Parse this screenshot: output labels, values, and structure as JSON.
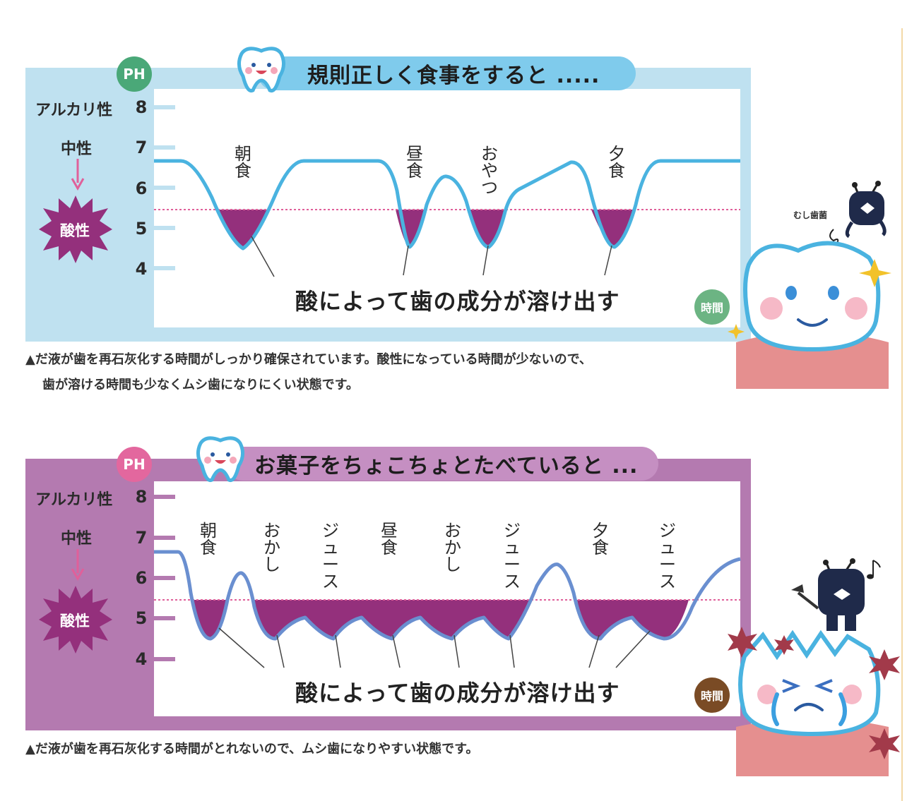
{
  "top": {
    "title": "規則正しく食事をすると .....",
    "ph_badge": "PH",
    "time_badge": "時間",
    "alkaline_label": "アルカリ性",
    "neutral_label": "中性",
    "acidic_label": "酸性",
    "ph_values": [
      "8",
      "7",
      "6",
      "5",
      "4"
    ],
    "meal_labels": [
      "朝食",
      "昼食",
      "おやつ",
      "夕食"
    ],
    "acid_text": "酸によって歯の成分が溶け出す",
    "caption_line1": "▲だ液が歯を再石灰化する時間がしっかり確保されています。酸性になっている時間が少ないので、",
    "caption_line2": "歯が溶ける時間も少なくムシ歯になりにくい状態です。",
    "germ_label": "むし歯菌"
  },
  "bottom": {
    "title": "お菓子をちょこちょとたべていると ...",
    "ph_badge": "PH",
    "time_badge": "時間",
    "alkaline_label": "アルカリ性",
    "neutral_label": "中性",
    "acidic_label": "酸性",
    "ph_values": [
      "8",
      "7",
      "6",
      "5",
      "4"
    ],
    "meal_labels": [
      "朝食",
      "おかし",
      "ジュース",
      "昼食",
      "おかし",
      "ジュース",
      "夕食",
      "ジュース"
    ],
    "acid_text": "酸によって歯の成分が溶け出す",
    "caption_line1": "▲だ液が歯を再石灰化する時間がとれないので、ムシ歯になりやすい状態です。"
  },
  "colors": {
    "top_frame": "#bfe1f0",
    "top_line": "#4ab3e0",
    "top_pill": "#7fcbec",
    "bottom_frame": "#b47ab0",
    "bottom_line": "#6a8fd0",
    "bottom_pill": "#c58fc2",
    "acid_fill": "#94307c",
    "threshold": "#e0609a",
    "ph_green": "#4aa878",
    "ph_pink": "#e3679e",
    "time_green": "#6cb483",
    "time_brown": "#7a4b25"
  }
}
